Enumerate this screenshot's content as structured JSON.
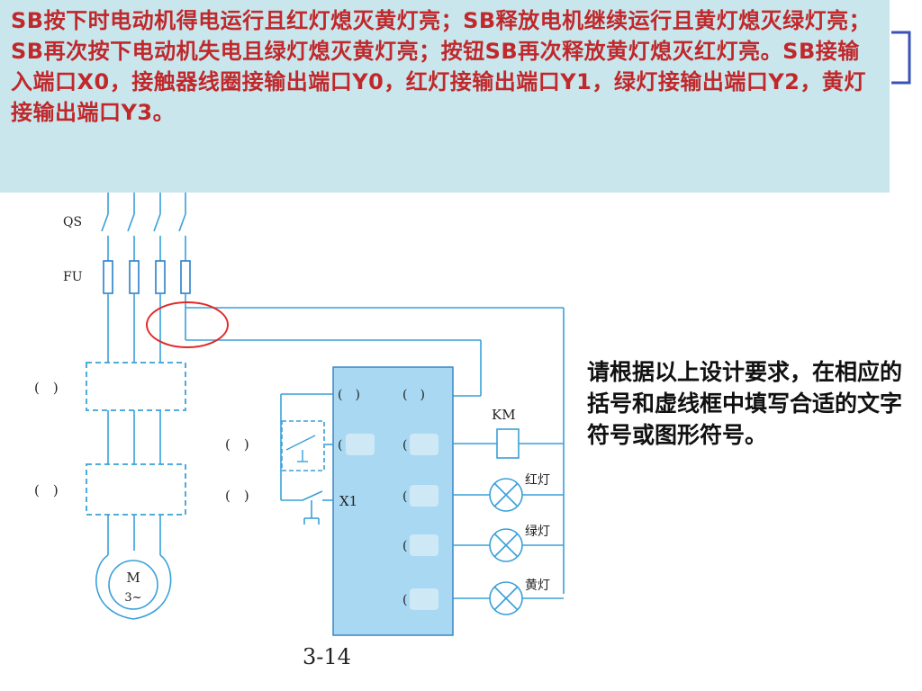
{
  "requirement_text": "SB按下时电动机得电运行且红灯熄灭黄灯亮；SB释放电机继续运行且黄灯熄灭绿灯亮；SB再次按下电动机失电且绿灯熄灭黄灯亮；按钮SB再次释放黄灯熄灭红灯亮。SB接输入端口X0，接触器线圈接输出端口Y0，红灯接输出端口Y1，绿灯接输出端口Y2，黄灯接输出端口Y3。",
  "instruction_text": "请根据以上设计要求，在相应的括号和虚线框中填写合适的文字符号或图形符号。",
  "figure_number": "3-14",
  "labels": {
    "qs": "QS",
    "fu": "FU",
    "km": "KM",
    "x1": "X1",
    "motor_m": "M",
    "motor_phase": "3~",
    "red_lamp": "红灯",
    "green_lamp": "绿灯",
    "yellow_lamp": "黄灯",
    "paren": "(　)"
  },
  "colors": {
    "wire": "#39a0d8",
    "plc_fill": "#a9d8f3",
    "plc_border": "#3b86c4",
    "highlight": "#e12a2a",
    "text_red": "#c0282b",
    "panel_bg": "#c8e6ec",
    "bracket": "#3a52b5"
  }
}
